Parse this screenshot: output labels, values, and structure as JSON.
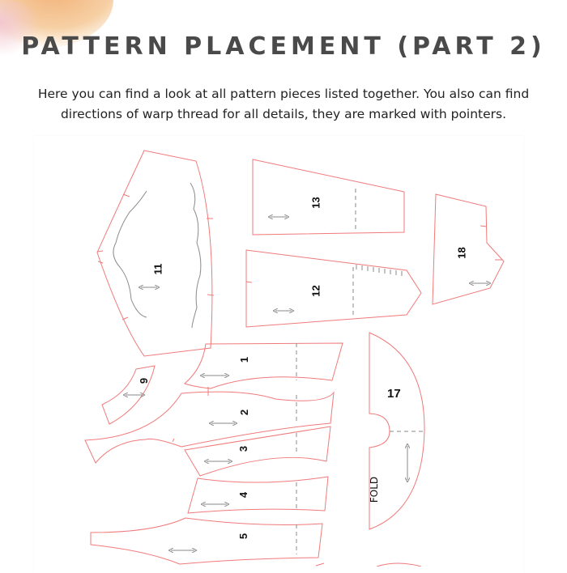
{
  "page": {
    "title": "PATTERN PLACEMENT (PART 2)",
    "description": "Here you can find a look at all pattern pieces listed together. You also can find directions of warp thread for all details, they are marked with pointers."
  },
  "pieces": {
    "p11": "11",
    "p13": "13",
    "p12": "12",
    "p18": "18",
    "p9": "9",
    "p1": "1",
    "p2": "2",
    "p3": "3",
    "p4": "4",
    "p5": "5",
    "p17": "17",
    "fold": "FOLD"
  },
  "colors": {
    "outline": "#f07a7a",
    "grain": "#8a8a8a",
    "title": "#4a4a4a"
  }
}
